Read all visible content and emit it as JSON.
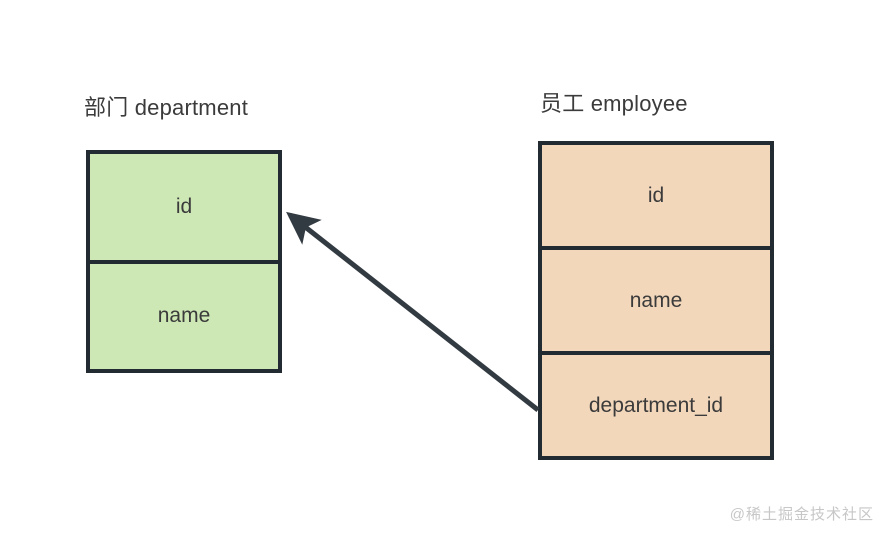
{
  "diagram": {
    "type": "entity-relationship",
    "background": "#ffffff",
    "stroke_color": "#232b32",
    "text_color": "#3b3b3b"
  },
  "entities": [
    {
      "key": "department",
      "title": "部门 department",
      "fill": "#cde8b5",
      "fields": [
        {
          "label": "id"
        },
        {
          "label": "name"
        }
      ]
    },
    {
      "key": "employee",
      "title": "员工 employee",
      "fill": "#f2d7bb",
      "fields": [
        {
          "label": "id"
        },
        {
          "label": "name"
        },
        {
          "label": "department_id"
        }
      ]
    }
  ],
  "relationship": {
    "name": "foreign-key-department-id",
    "from_entity": "employee",
    "from_field": "department_id",
    "to_entity": "department",
    "to_field": "id",
    "direction": "employee.department_id -> department.id",
    "color": "#333b42"
  },
  "watermark": {
    "text": "@稀土掘金技术社区",
    "color": "#c7c7c7"
  }
}
